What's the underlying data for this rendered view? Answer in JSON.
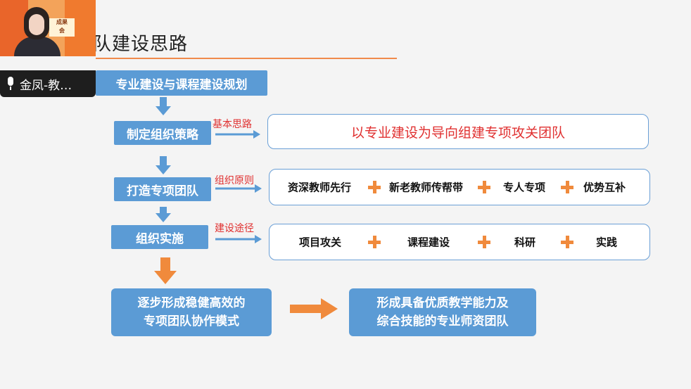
{
  "slide": {
    "title": "队建设思路",
    "top_box": "专业建设与课程建设规划",
    "step1": {
      "label": "制定组织策略",
      "tag": "基本思路",
      "content": "以专业建设为导向组建专项攻关团队"
    },
    "step2": {
      "label": "打造专项团队",
      "tag": "组织原则",
      "items": [
        "资深教师先行",
        "新老教师传帮带",
        "专人专项",
        "优势互补"
      ]
    },
    "step3": {
      "label": "组织实施",
      "tag": "建设途径",
      "items": [
        "项目攻关",
        "课程建设",
        "科研",
        "实践"
      ]
    },
    "mode_box": {
      "line1": "逐步形成稳健高效的",
      "line2": "专项团队协作模式"
    },
    "result_box": {
      "line1": "形成具备优质教学能力及",
      "line2": "综合技能的专业师资团队"
    },
    "colors": {
      "blue": "#5b9bd5",
      "orange": "#f08a3c",
      "red": "#e03030"
    }
  },
  "participant": {
    "name": "金凤-教…",
    "banner_line1": "成果",
    "banner_line2": "会",
    "mic_icon": "microphone-icon"
  }
}
